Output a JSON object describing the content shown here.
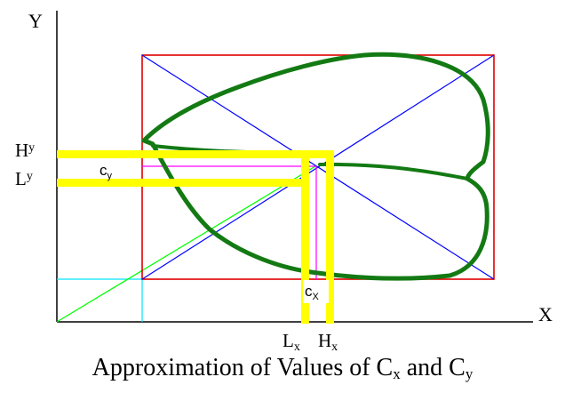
{
  "axes": {
    "y_label": "Y",
    "x_label": "X"
  },
  "labels": {
    "hy_main": "H",
    "hy_sub": "y",
    "ly_main": "L",
    "ly_sub": "y",
    "cy_main": "c",
    "cy_sub": "y",
    "cx_main": "c",
    "cx_sub": "X",
    "lx_main": "L",
    "lx_sub": "x",
    "hx_main": "H",
    "hx_sub": "x"
  },
  "caption": {
    "text_before_cx": "Approximation of Values of C",
    "cx_sub": "x",
    "text_middle": " and C",
    "cy_sub": "y"
  },
  "colors": {
    "axis": "#000000",
    "bounding_box": "#e00000",
    "diagonals": "#0000ff",
    "shape_outline": "#137a13",
    "measure_bars": "#ffff00",
    "magenta_guides": "#ff00ff",
    "cyan_guides": "#00e5ff",
    "green_ray": "#00ff00"
  }
}
